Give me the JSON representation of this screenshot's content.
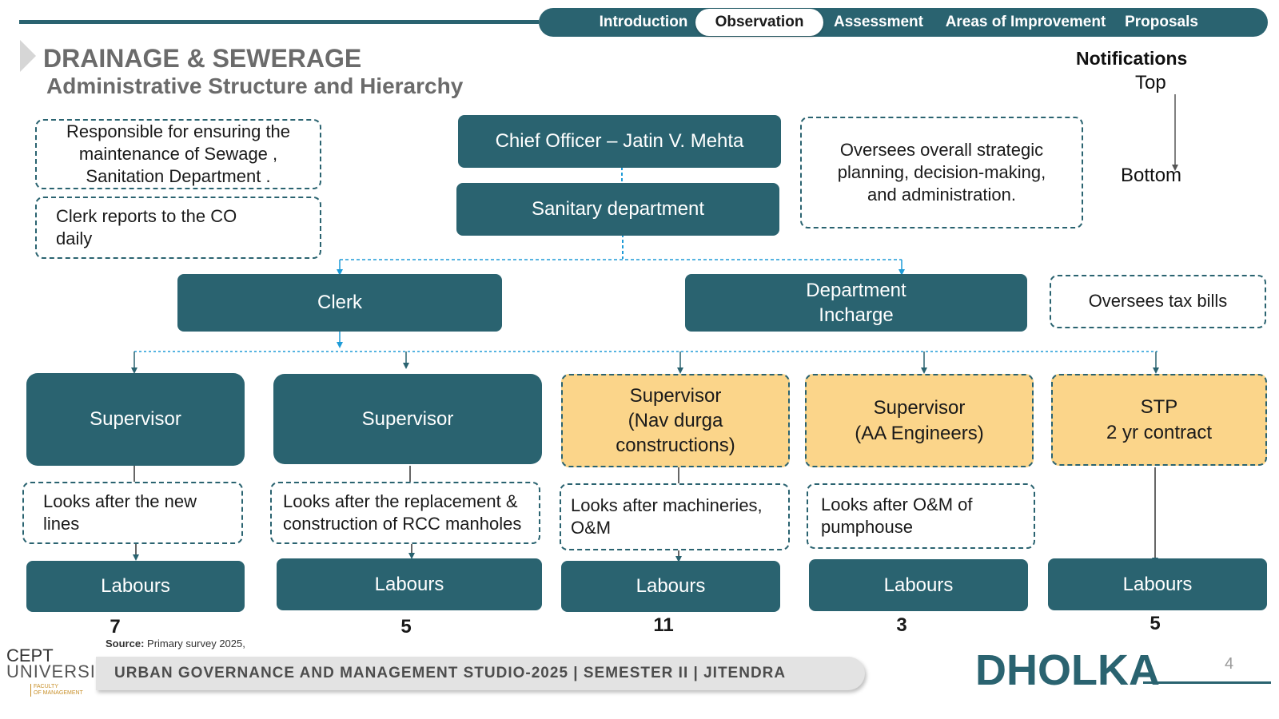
{
  "nav": {
    "tabs": [
      "Introduction",
      "Observation",
      "Assessment",
      "Areas of Improvement",
      "Proposals"
    ],
    "active": "Observation"
  },
  "header": {
    "title": "DRAINAGE & SEWERAGE",
    "subtitle": "Administrative Structure and Hierarchy"
  },
  "notifications": {
    "title": "Notifications",
    "top": "Top",
    "bottom": "Bottom"
  },
  "org": {
    "chief_officer": "Chief Officer – Jatin V. Mehta",
    "sanitary_department": "Sanitary department",
    "clerk": "Clerk",
    "department_incharge": "Department\nIncharge"
  },
  "notes": {
    "responsibility": "Responsible for ensuring the\nmaintenance of Sewage ,\nSanitation Department .",
    "clerk_reports": "Clerk reports to the CO\ndaily",
    "co_oversees": "Oversees overall strategic\nplanning, decision-making,\nand administration.",
    "tax_bills": "Oversees tax bills"
  },
  "units": [
    {
      "head": "Supervisor",
      "duty": "Looks after the new\nlines",
      "labour_label": "Labours",
      "labour_count": "7"
    },
    {
      "head": "Supervisor",
      "duty": "Looks after the replacement &\nconstruction of RCC manholes",
      "labour_label": "Labours",
      "labour_count": "5"
    },
    {
      "head": "Supervisor\n(Nav durga\nconstructions)",
      "duty": "Looks after machineries,\nO&M",
      "labour_label": "Labours",
      "labour_count": "11"
    },
    {
      "head": "Supervisor\n(AA Engineers)",
      "duty": "Looks after O&M of\npumphouse",
      "labour_label": "Labours",
      "labour_count": "3"
    },
    {
      "head": "STP\n2 yr contract",
      "duty": "",
      "labour_label": "Labours",
      "labour_count": "5"
    }
  ],
  "source": {
    "label": "Source:",
    "text": "Primary survey 2025,"
  },
  "footer": {
    "studio": "URBAN GOVERNANCE AND MANAGEMENT STUDIO-2025 | SEMESTER II | JITENDRA",
    "city": "DHOLKA",
    "page": "4",
    "logo_line1": "CEPT",
    "logo_line2": "UNIVERSITY",
    "logo_sub": "FACULTY\nOF MANAGEMENT"
  },
  "colors": {
    "teal": "#2a6370",
    "yellow": "#fbd58a",
    "connector_blue": "#1e9bd7"
  }
}
